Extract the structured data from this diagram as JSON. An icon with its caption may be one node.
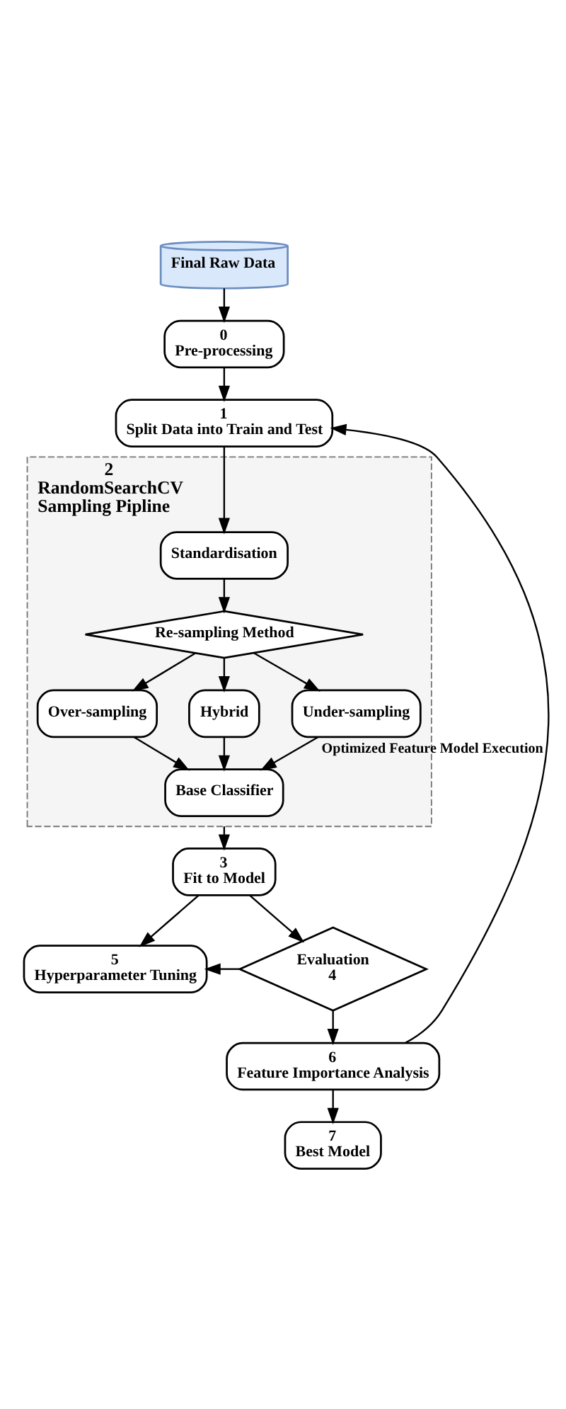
{
  "diagram": {
    "nodes": [
      {
        "text": [
          "Final Raw Data"
        ]
      },
      {
        "text": [
          "0",
          "Pre-processing"
        ]
      },
      {
        "text": [
          "1",
          "Split Data into Train and Test"
        ]
      },
      {
        "text": [
          "2",
          "RandomSearchCV Sampling Pipline"
        ]
      },
      {
        "text": [
          "Standardisation"
        ],
        "in": 3
      },
      {
        "text": [
          "Re-sampling Method"
        ],
        "in": 3
      },
      {
        "text": [
          "Over-sampling"
        ],
        "in": 3
      },
      {
        "text": [
          "Hybrid"
        ],
        "in": 3
      },
      {
        "text": [
          "Under-sampling"
        ],
        "in": 3
      },
      {
        "text": [
          "Base Classifier"
        ],
        "in": 3
      },
      {
        "text": [
          "3",
          "Fit to Model"
        ]
      },
      {
        "text": [
          "5",
          "Hyperparameter Tuning"
        ]
      },
      {
        "text": [
          "Evaluation",
          "4"
        ]
      },
      {
        "text": [
          "6",
          "Feature Importance Analysis"
        ]
      },
      {
        "text": [
          "7",
          "Best Model"
        ]
      }
    ],
    "edges": [
      {
        "from": 0,
        "to": 1,
        "arrow": "to"
      },
      {
        "from": 1,
        "to": 2,
        "arrow": "to"
      },
      {
        "from": 2,
        "to": 4,
        "arrow": "to"
      },
      {
        "from": 4,
        "to": 5,
        "arrow": "to"
      },
      {
        "from": 5,
        "to": 6,
        "arrow": "to"
      },
      {
        "from": 5,
        "to": 7,
        "arrow": "to"
      },
      {
        "from": 5,
        "to": 8,
        "arrow": "to"
      },
      {
        "from": 6,
        "to": 9,
        "arrow": "to"
      },
      {
        "from": 7,
        "to": 9,
        "arrow": "to"
      },
      {
        "from": 8,
        "to": 9,
        "arrow": "to"
      },
      {
        "from": 3,
        "to": 10,
        "arrow": "to"
      },
      {
        "from": 10,
        "to": 11,
        "arrow": "to"
      },
      {
        "from": 10,
        "to": 12,
        "arrow": "to"
      },
      {
        "from": 12,
        "to": 11,
        "arrow": "to"
      },
      {
        "from": 12,
        "to": 13,
        "arrow": "to"
      },
      {
        "from": 13,
        "to": 2,
        "label": "Optimized Feature Model Execution",
        "arrow": "to"
      },
      {
        "from": 13,
        "to": 14,
        "arrow": "to"
      }
    ]
  }
}
